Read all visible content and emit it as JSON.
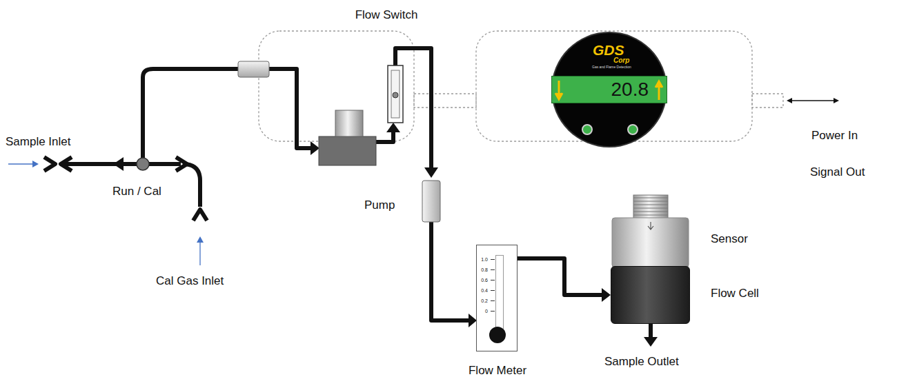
{
  "diagram": {
    "nodes": [
      {
        "text": [
          "GDS",
          "Corp",
          "Gas and Flame Detection",
          "20.8"
        ]
      },
      {
        "text": [
          "1.0",
          "0.8",
          "0.6",
          "0.4",
          "0.2",
          "0",
          "Flow Meter"
        ]
      },
      {
        "text": [
          "Flow Cell"
        ]
      }
    ],
    "edges": [
      {
        "from": 1,
        "to": 2,
        "arrow": "to"
      }
    ],
    "labels": [
      "Flow Switch",
      "Sample Inlet",
      "Run / Cal",
      "Cal Gas Inlet",
      "Pump",
      "Power In",
      "Signal Out",
      "Sensor",
      "Sample Outlet"
    ]
  }
}
